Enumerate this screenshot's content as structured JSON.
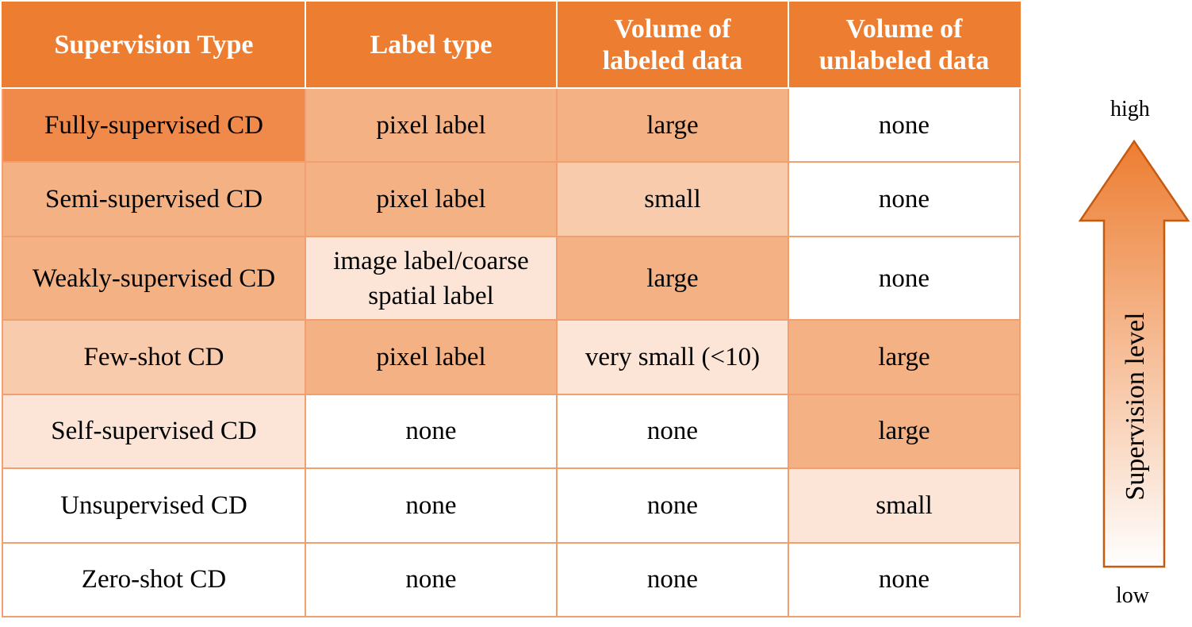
{
  "table": {
    "headers": [
      "Supervision Type",
      "Label type",
      "Volume of labeled data",
      "Volume of unlabeled data"
    ],
    "header_lines": [
      [
        "Supervision Type"
      ],
      [
        "Label type"
      ],
      [
        "Volume of",
        "labeled data"
      ],
      [
        "Volume of",
        "unlabeled data"
      ]
    ],
    "rows": [
      {
        "type": "Fully-supervised  CD",
        "label_type": "pixel label",
        "labeled": "large",
        "unlabeled": "none"
      },
      {
        "type": "Semi-supervised CD",
        "label_type": "pixel label",
        "labeled": "small",
        "unlabeled": "none"
      },
      {
        "type": "Weakly-supervised CD",
        "label_type": "image label/coarse spatial label",
        "label_type_lines": [
          "image label/coarse",
          "spatial label"
        ],
        "labeled": "large",
        "unlabeled": "none"
      },
      {
        "type": "Few-shot CD",
        "label_type": "pixel label",
        "labeled": "very small (<10)",
        "unlabeled": "large"
      },
      {
        "type": "Self-supervised CD",
        "label_type": "none",
        "labeled": "none",
        "unlabeled": "large"
      },
      {
        "type": "Unsupervised CD",
        "label_type": "none",
        "labeled": "none",
        "unlabeled": "small"
      },
      {
        "type": "Zero-shot CD",
        "label_type": "none",
        "labeled": "none",
        "unlabeled": "none"
      }
    ],
    "cell_colors": [
      [
        "#ef8a4b",
        "#f4b183",
        "#f4b183",
        "#ffffff"
      ],
      [
        "#f4b183",
        "#f4b183",
        "#f8cbad",
        "#ffffff"
      ],
      [
        "#f4b183",
        "#fce4d6",
        "#f4b183",
        "#ffffff"
      ],
      [
        "#f8cbad",
        "#f4b183",
        "#fce4d6",
        "#f4b183"
      ],
      [
        "#fce4d6",
        "#ffffff",
        "#ffffff",
        "#f4b183"
      ],
      [
        "#ffffff",
        "#ffffff",
        "#ffffff",
        "#fce4d6"
      ],
      [
        "#ffffff",
        "#ffffff",
        "#ffffff",
        "#ffffff"
      ]
    ]
  },
  "indicator": {
    "high_label": "high",
    "low_label": "low",
    "axis_title": "Supervision level",
    "colors": {
      "top": "#ed7d31",
      "bottom": "#ffffff",
      "outline": "#c55a11"
    }
  },
  "colors": {
    "header_bg": "#ed7d31",
    "header_text": "#ffffff",
    "border": "#f0a070"
  }
}
